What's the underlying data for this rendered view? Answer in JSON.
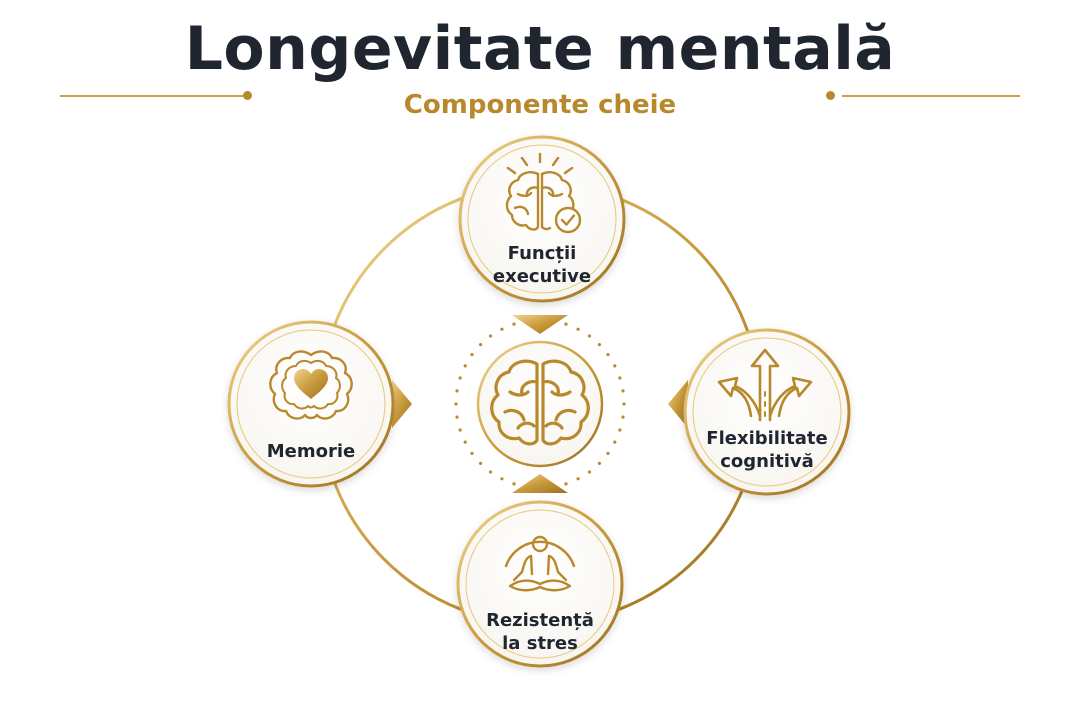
{
  "header": {
    "title": "Longevitate mentală",
    "subtitle": "Componente cheie"
  },
  "colors": {
    "gold": "#b8892c",
    "gold_light": "#e6c77a",
    "text_dark": "#1f2630"
  },
  "center": {
    "icon": "brain-icon"
  },
  "nodes": [
    {
      "id": "executive",
      "label": "Funcții\nexecutive",
      "icon": "brain-check-icon"
    },
    {
      "id": "memory",
      "label": "Memorie",
      "icon": "brain-heart-icon"
    },
    {
      "id": "flexibility",
      "label": "Flexibilitate\ncognitivă",
      "icon": "branching-arrows-icon"
    },
    {
      "id": "stress",
      "label": "Rezistență\nla stres",
      "icon": "meditation-icon"
    }
  ]
}
